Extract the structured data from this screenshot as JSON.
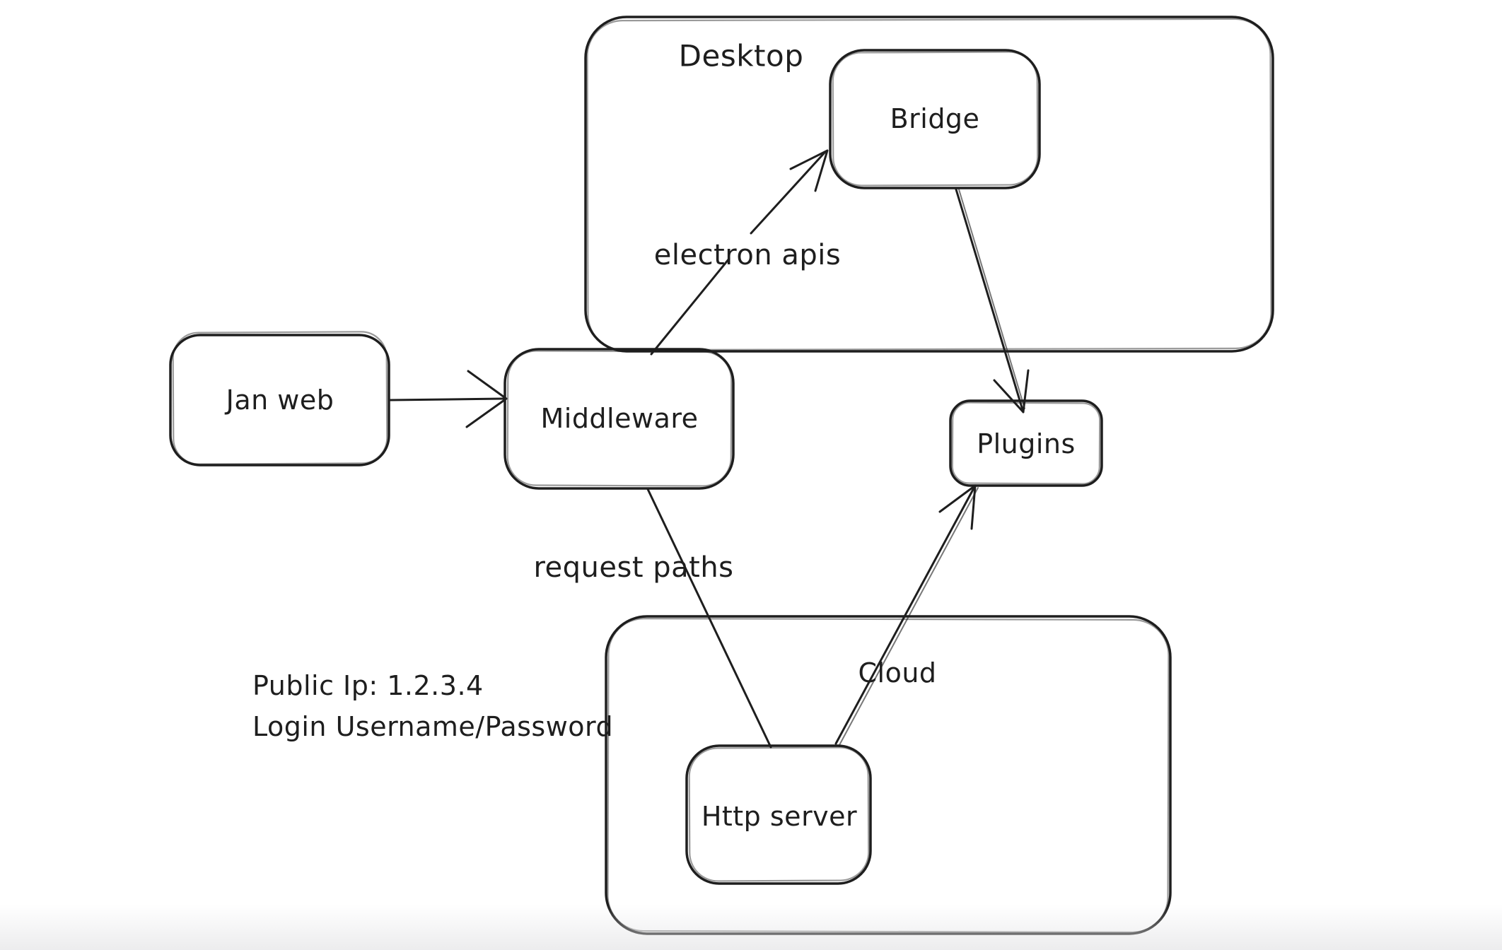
{
  "canvas": {
    "background_color": "#ffffff",
    "stroke_color": "#1e1e1e",
    "style": "hand-drawn sketch (excalidraw-like)"
  },
  "labels": {
    "desktop": "Desktop",
    "cloud": "Cloud",
    "jan_web": "Jan web",
    "middleware": "Middleware",
    "bridge": "Bridge",
    "plugins": "Plugins",
    "http_server": "Http server",
    "electron_apis": "electron apis",
    "request_paths": "request paths",
    "public_ip": "Public Ip: 1.2.3.4",
    "login": "Login Username/Password"
  },
  "diagram": {
    "containers": [
      {
        "id": "desktop",
        "label": "Desktop",
        "contains": [
          "bridge"
        ]
      },
      {
        "id": "cloud",
        "label": "Cloud",
        "contains": [
          "http-server"
        ]
      }
    ],
    "nodes": [
      {
        "id": "jan-web",
        "label": "Jan web",
        "container": null
      },
      {
        "id": "middleware",
        "label": "Middleware",
        "container": null
      },
      {
        "id": "bridge",
        "label": "Bridge",
        "container": "desktop"
      },
      {
        "id": "plugins",
        "label": "Plugins",
        "container": null
      },
      {
        "id": "http-server",
        "label": "Http server",
        "container": "cloud"
      }
    ],
    "edges": [
      {
        "id": "jan-web-to-middleware",
        "from": "jan-web",
        "to": "middleware",
        "label": "",
        "arrowhead": true
      },
      {
        "id": "middleware-to-bridge",
        "from": "middleware",
        "to": "bridge",
        "label": "electron apis",
        "arrowhead": true
      },
      {
        "id": "bridge-to-plugins",
        "from": "bridge",
        "to": "plugins",
        "label": "",
        "arrowhead": true
      },
      {
        "id": "middleware-to-http-server",
        "from": "middleware",
        "to": "http-server",
        "label": "request paths",
        "arrowhead": false
      },
      {
        "id": "http-server-to-plugins",
        "from": "http-server",
        "to": "plugins",
        "label": "",
        "arrowhead": true
      }
    ],
    "annotations": [
      {
        "id": "public-ip",
        "text": "Public Ip: 1.2.3.4"
      },
      {
        "id": "login",
        "text": "Login Username/Password"
      }
    ]
  }
}
